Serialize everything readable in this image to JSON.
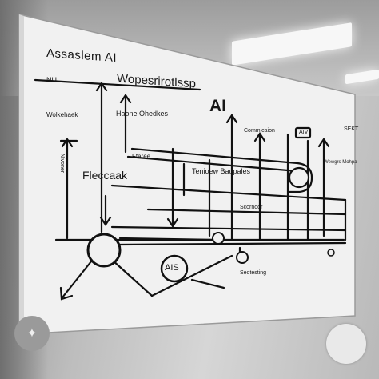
{
  "labels": {
    "title": "Assaslem AI",
    "nu": "NU",
    "subtitle": "Wopesrirotlssp",
    "ai_big": "AI",
    "wolkehaek": "Wolkehaek",
    "haone": "Haone Ohedkes",
    "commicaion": "Commicaion",
    "sek": "SEKT",
    "aiv": "AIV",
    "ftaree": "Ftaree",
    "fleccaak": "Fleccaak",
    "nivoner": "Nivoner",
    "tenioew": "Tenioew Baupales",
    "wewgrs": "Wewgrs Mohpa",
    "scornoor": "Scornoor",
    "ais": "AIS",
    "seotesting": "Seotesting"
  },
  "icons": [
    "sparkle-icon"
  ],
  "colors": {
    "board": "#f1f1f1",
    "ink": "#111111",
    "wall": "#c4c4c4"
  }
}
